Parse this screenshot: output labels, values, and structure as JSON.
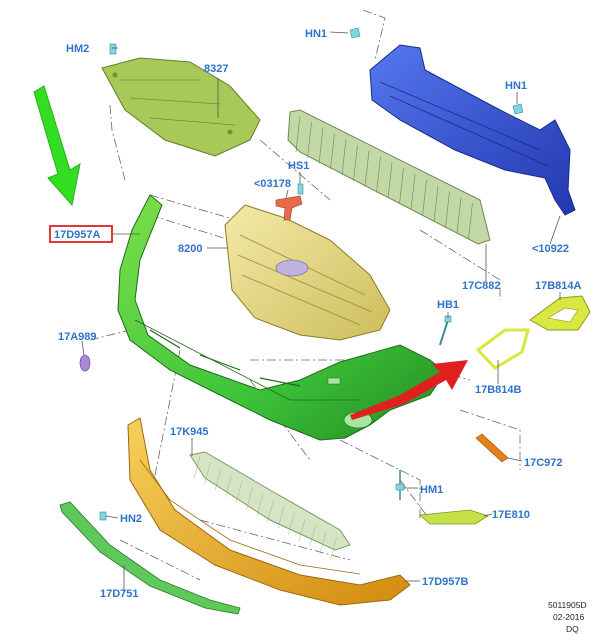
{
  "callouts": {
    "hm2_top": "HM2",
    "p8327": "8327",
    "hn1_top": "HN1",
    "hn1_right": "HN1",
    "hs1": "HS1",
    "p03178": "<03178",
    "p17d957a": "17D957A",
    "p8200": "8200",
    "p10922": "<10922",
    "p17c882": "17C882",
    "p17b814a": "17B814A",
    "hb1": "HB1",
    "p17a989": "17A989",
    "p17b814b": "17B814B",
    "p17k945": "17K945",
    "p17c972": "17C972",
    "hm1": "HM1",
    "hn2": "HN2",
    "p17e810": "17E810",
    "p17d751": "17D751",
    "p17d957b": "17D957B"
  },
  "footer": {
    "code": "5011905D",
    "date": "02-2016",
    "initials": "DQ"
  },
  "colors": {
    "label_blue": "#2f73c9",
    "highlight_red": "#e02020",
    "green_arrow": "#33dd22",
    "bumper_green": "#3ec43a",
    "grille_yellow": "#e8dc8a",
    "beam_blue": "#3355d8",
    "lower_orange": "#e8a818",
    "shield_olive": "#9cc04a"
  }
}
